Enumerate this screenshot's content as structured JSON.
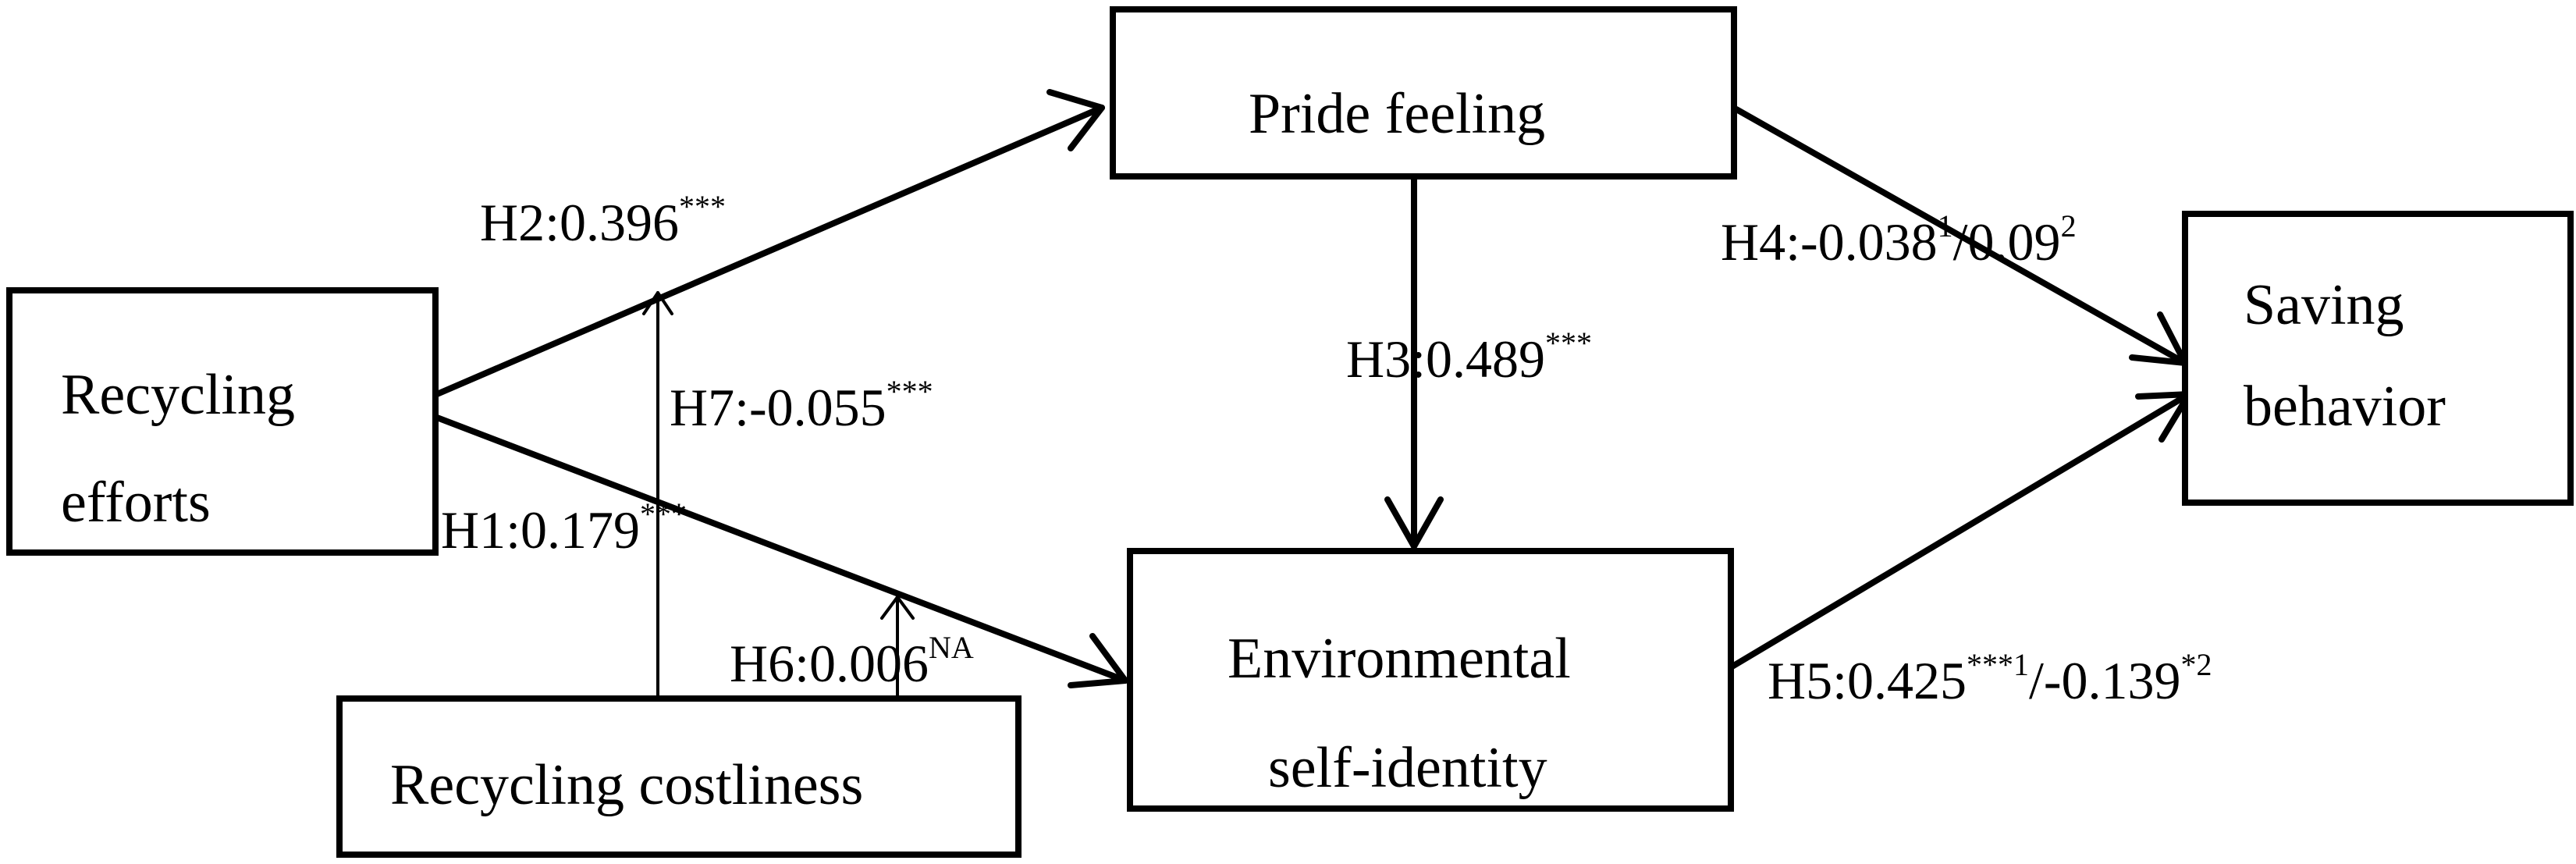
{
  "nodes": {
    "recycling_efforts": {
      "line1": "Recycling",
      "line2": "efforts"
    },
    "pride_feeling": {
      "label": "Pride feeling"
    },
    "environmental_identity": {
      "line1": "Environmental",
      "line2": "self-identity"
    },
    "saving_behavior": {
      "line1": "Saving",
      "line2": "behavior"
    },
    "recycling_costliness": {
      "label": "Recycling costliness"
    }
  },
  "paths": {
    "h1": {
      "label": "H1:0.179",
      "sup": "***"
    },
    "h2": {
      "label": "H2:0.396",
      "sup": "***"
    },
    "h3": {
      "label": "H3:0.489",
      "sup": "***"
    },
    "h4": {
      "label": "H4:-0.038",
      "sup1": "1",
      "mid": "/0.09",
      "sup2": "2"
    },
    "h5": {
      "label": "H5:0.425",
      "sup1": "***1",
      "mid": "/-0.139",
      "sup2": "*2"
    },
    "h6": {
      "label": "H6:0.006",
      "sup": "NA"
    },
    "h7": {
      "label": "H7:-0.055",
      "sup": "***"
    }
  }
}
